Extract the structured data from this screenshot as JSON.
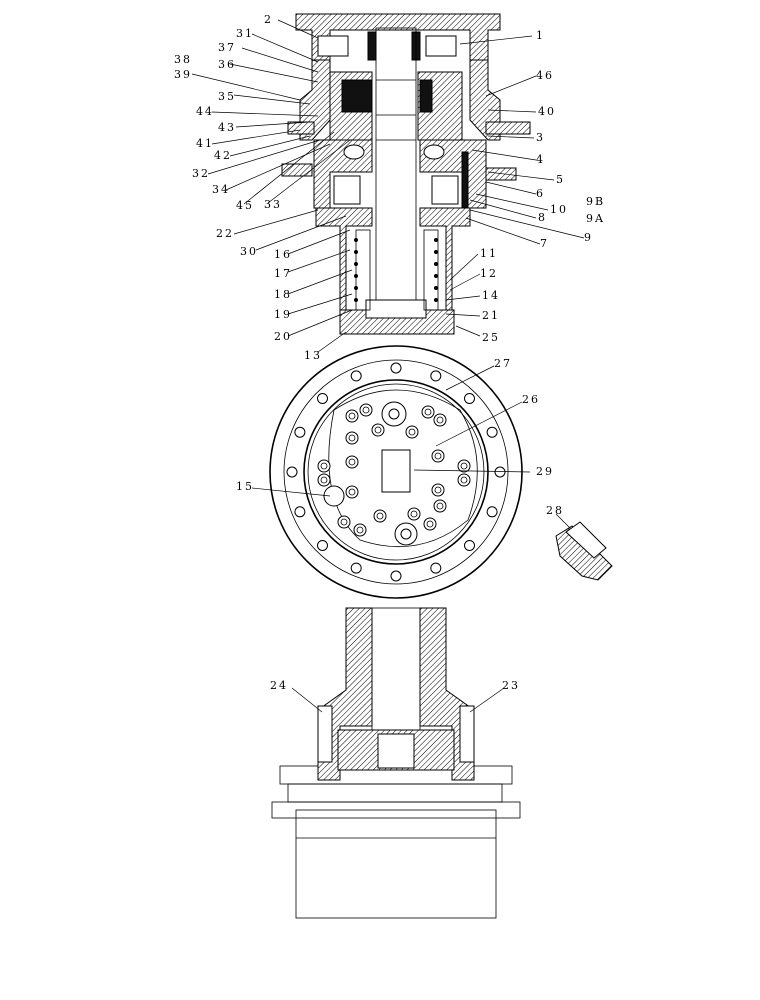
{
  "labels": {
    "l1": "1",
    "l2": "2",
    "l3": "3",
    "l4": "4",
    "l5": "5",
    "l6": "6",
    "l7": "7",
    "l8": "8",
    "l9": "9",
    "l9a": "9A",
    "l9b": "9B",
    "l10": "10",
    "l11": "11",
    "l12": "12",
    "l13": "13",
    "l14": "14",
    "l15": "15",
    "l16": "16",
    "l17": "17",
    "l18": "18",
    "l19": "19",
    "l20": "20",
    "l21": "21",
    "l22": "22",
    "l23": "23",
    "l24": "24",
    "l25": "25",
    "l26": "26",
    "l27": "27",
    "l28": "28",
    "l29": "29",
    "l30": "30",
    "l31": "31",
    "l32": "32",
    "l33": "33",
    "l34": "34",
    "l35": "35",
    "l36": "36",
    "l37": "37",
    "l38": "38",
    "l39": "39",
    "l40": "40",
    "l41": "41",
    "l42": "42",
    "l43": "43",
    "l44": "44",
    "l45": "45",
    "l46": "46"
  }
}
